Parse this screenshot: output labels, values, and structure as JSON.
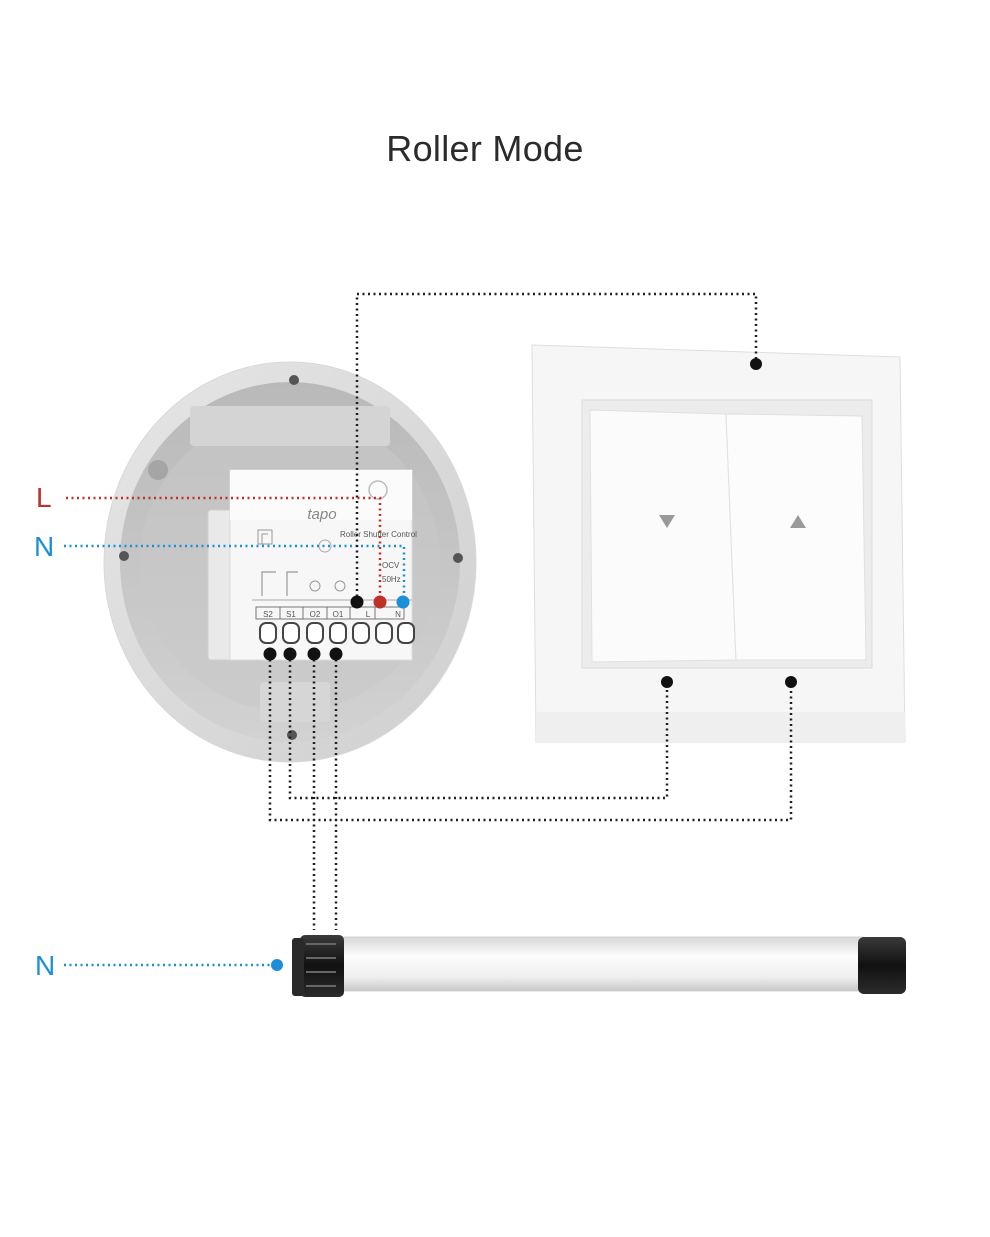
{
  "title": "Roller Mode",
  "labels": {
    "live": "L",
    "neutral_top": "N",
    "neutral_motor": "N"
  },
  "module": {
    "brand": "tapo",
    "terminals": [
      "S2",
      "S1",
      "O2",
      "O1",
      "L",
      "N"
    ]
  },
  "colors": {
    "live": "#c0302b",
    "neutral": "#1d8fd6",
    "wire": "#1f1f1f"
  },
  "icons": {
    "down_arrow": "triangle-down-icon",
    "up_arrow": "triangle-up-icon"
  }
}
